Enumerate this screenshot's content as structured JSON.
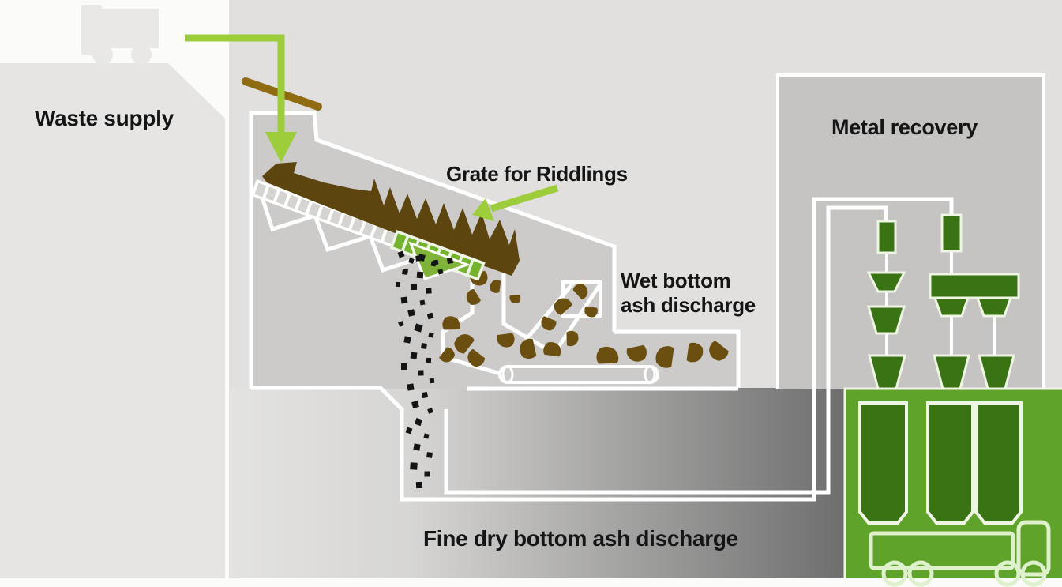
{
  "diagram": {
    "type": "process-flow-illustration",
    "labels": {
      "waste_supply": "Waste supply",
      "grate_for_riddlings": "Grate for Riddlings",
      "wet_bottom_line1": "Wet bottom",
      "wet_bottom_line2": "ash discharge",
      "metal_recovery": "Metal recovery",
      "fine_dry_discharge": "Fine dry bottom ash discharge"
    },
    "colors": {
      "background": "#fbfbfa",
      "bunker_panel": "#e6e5e3",
      "building_panel": "#e1e0de",
      "furnace_interior": "#cccbc9",
      "metal_panel": "#c5c4c2",
      "conveyor_gradient_start": "#e4e3e1",
      "conveyor_gradient_mid": "#d6d5d3",
      "conveyor_gradient_end": "#6e6e6e",
      "outline_white": "#ffffff",
      "accent_green": "#9ecd3b",
      "grate_green": "#74b32e",
      "triangle_green": "#7fb339",
      "panel_green": "#5fa32b",
      "equipment_green": "#3a7313",
      "equipment_outline": "#eef5e4",
      "truck_outline_green": "#dff0cc",
      "waste_brown": "#5c450f",
      "chunk_brown": "#6b4f10",
      "chute_brown": "#8f6c12",
      "truck_gray": "#e9e8e7",
      "grate_cell_gray": "#d6d4d1",
      "particle_black": "#141414",
      "text_black": "#151515"
    },
    "icons": {
      "waste-truck-icon": "filled light-gray truck silhouette above waste bunker",
      "transport-truck-icon": "light-green outlined truck inside residue area",
      "feed-arrow-icon": "green elbow arrow pointing down into furnace",
      "riddlings-arrow-icon": "green arrow pointing down-left at grate",
      "grate-icon": "inclined ladder-style incineration grate",
      "riddlings-grate-icon": "green grate segment for riddlings",
      "silo-icon": "dark-green storage silo",
      "discharge-roller-icon": "white outlined roller drum"
    }
  }
}
